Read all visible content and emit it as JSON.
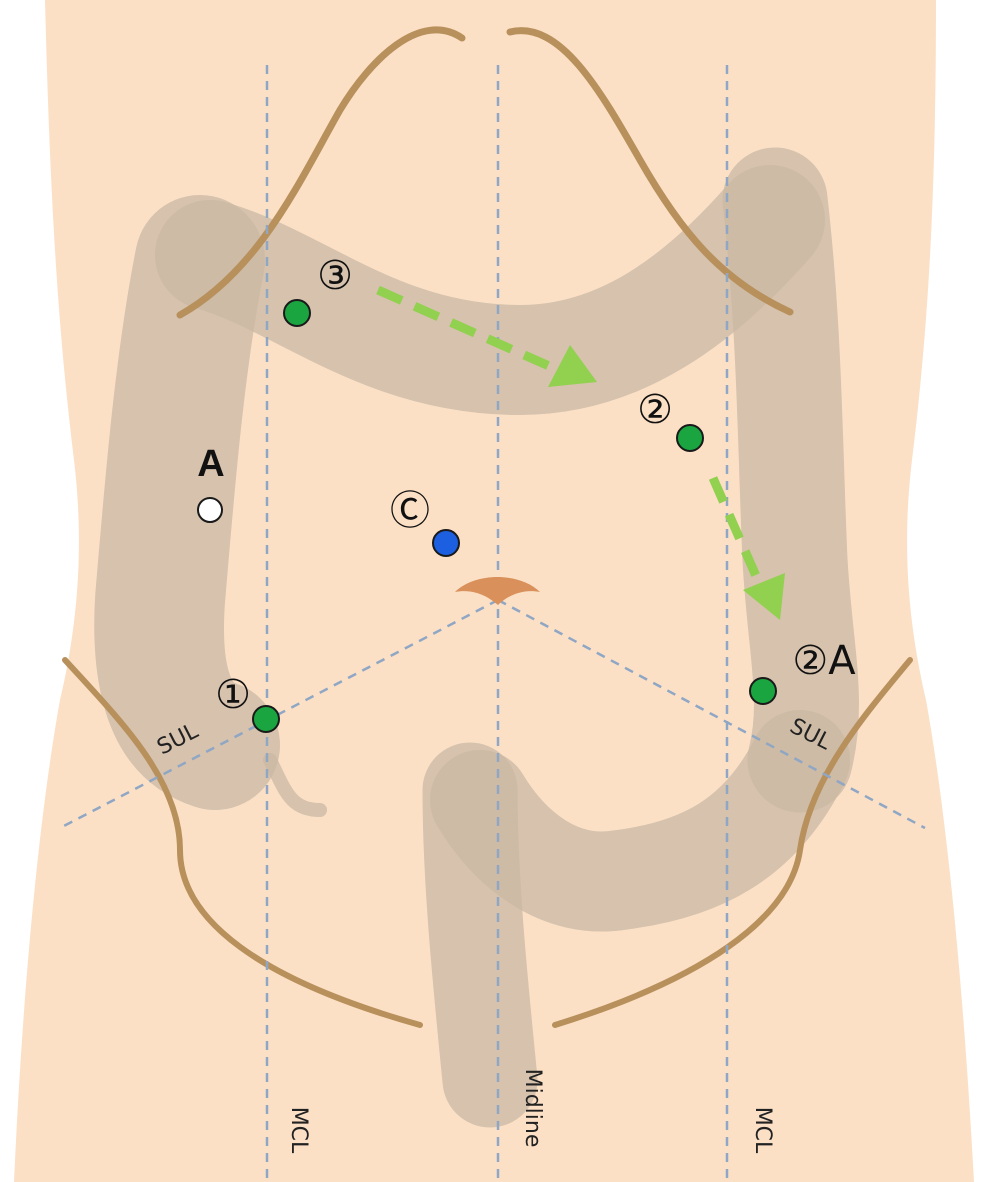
{
  "colors": {
    "skin": "#fbe0c6",
    "colon": "#dbc8b3",
    "rib": "#b8905c",
    "guide_line": "#8fa6c4",
    "port_green": "#1aa541",
    "port_blue": "#1c5fe0",
    "port_white": "#ffffff",
    "arrow": "#92d050",
    "umbilicus": "#d9905a"
  },
  "lines": {
    "mcl_left": "MCL",
    "midline": "Midline",
    "mcl_right": "MCL",
    "sul_left": "SUL",
    "sul_right": "SUL"
  },
  "ports": {
    "p1": {
      "label": "①",
      "color": "port_green"
    },
    "p2": {
      "label": "②",
      "color": "port_green"
    },
    "p2a": {
      "label": "②A",
      "color": "port_green"
    },
    "p3": {
      "label": "③",
      "color": "port_green"
    },
    "pc": {
      "label": "Ⓒ",
      "color": "port_blue"
    },
    "pa": {
      "label": "A",
      "color": "port_white"
    }
  }
}
